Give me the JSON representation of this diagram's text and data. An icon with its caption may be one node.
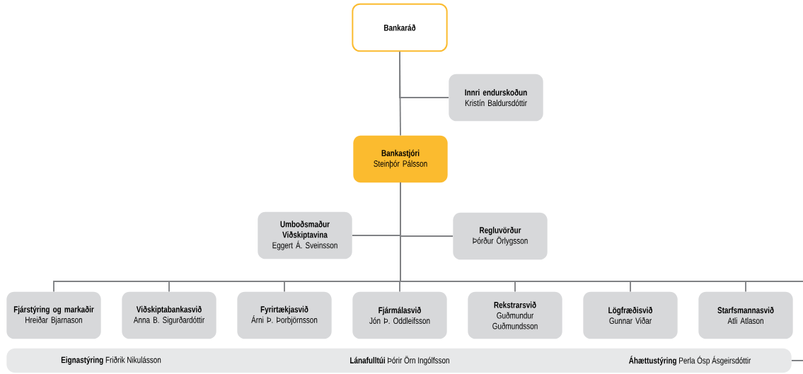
{
  "diagram": {
    "nodes": [
      {
        "text": [
          "Bankaráð"
        ]
      },
      {
        "text": [
          "Innri endurskoðun",
          "Kristín Baldursdóttir"
        ]
      },
      {
        "text": [
          "Bankastjóri",
          "Steinþór Pálsson"
        ]
      },
      {
        "text": [
          "Umboðsmaður Viðskiptavina",
          "Eggert Á. Sveinsson"
        ]
      },
      {
        "text": [
          "Regluvörður",
          "Þórður Örlygsson"
        ]
      },
      {
        "text": [
          "Fjárstýring og markaðir",
          "Hreiðar Bjarnason"
        ]
      },
      {
        "text": [
          "Viðskiptabankasvið",
          "Anna B. Sigurðardóttir"
        ]
      },
      {
        "text": [
          "Fyrirtækjasvið",
          "Árni Þ. Þorbjörnsson"
        ]
      },
      {
        "text": [
          "Fjármálasvið",
          "Jón Þ. Oddleifsson"
        ]
      },
      {
        "text": [
          "Rekstrarsvið",
          "Guðmundur Guðmundsson"
        ]
      },
      {
        "text": [
          "Lögfræðisvið",
          "Gunnar Viðar"
        ]
      },
      {
        "text": [
          "Starfsmannasvið",
          "Atli Atlason"
        ]
      },
      {
        "text": [
          "**Eignastýring** Friðrik Nikulásson",
          "**Lánafulltúi** Þórir Örn Ingólfsson",
          "**Áhættustýring** Perla Ósp Ásgeirsdóttir"
        ]
      }
    ],
    "edges": [
      {
        "from": 0,
        "to": 2,
        "arrow": "none"
      },
      {
        "from": 0,
        "to": 1,
        "arrow": "none"
      },
      {
        "from": 2,
        "to": 3,
        "arrow": "none"
      },
      {
        "from": 2,
        "to": 4,
        "arrow": "none"
      },
      {
        "from": 2,
        "to": 5,
        "arrow": "none"
      },
      {
        "from": 2,
        "to": 6,
        "arrow": "none"
      },
      {
        "from": 2,
        "to": 7,
        "arrow": "none"
      },
      {
        "from": 2,
        "to": 8,
        "arrow": "none"
      },
      {
        "from": 2,
        "to": 9,
        "arrow": "none"
      },
      {
        "from": 2,
        "to": 10,
        "arrow": "none"
      },
      {
        "from": 2,
        "to": 11,
        "arrow": "none"
      },
      {
        "from": 2,
        "to": null,
        "arrow": "none"
      },
      {
        "from": 12,
        "to": null,
        "arrow": "none"
      }
    ]
  }
}
